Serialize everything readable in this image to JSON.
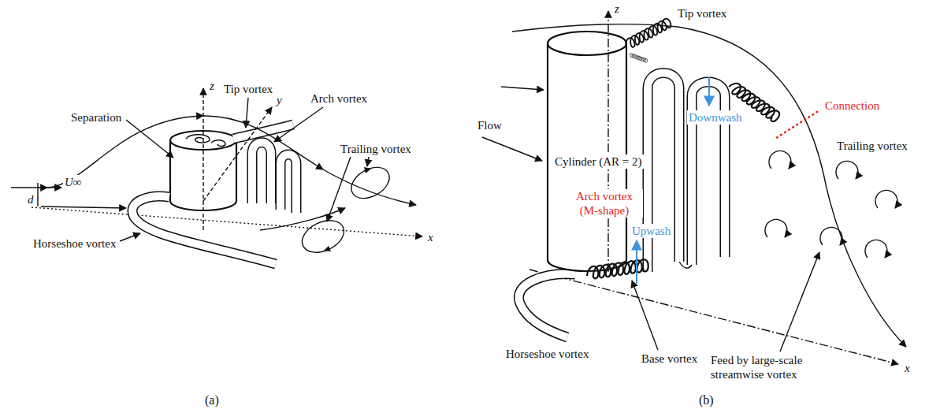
{
  "diagram": {
    "labels": [
      "z",
      "Tip vortex",
      "y",
      "Arch vortex",
      "Separation",
      "Trailing vortex",
      "U∞",
      "d",
      "Horseshoe vortex",
      "x",
      "(a)",
      "z",
      "Tip vortex",
      "Flow",
      "Cylinder (AR = 2)",
      "Connection",
      "Trailing vortex",
      "Arch vortex (M-shape)",
      "Downwash",
      "Upwash",
      "Horseshoe vortex",
      "Base vortex",
      "Feed by large-scale streamwise vortex",
      "x",
      "(b)"
    ]
  }
}
